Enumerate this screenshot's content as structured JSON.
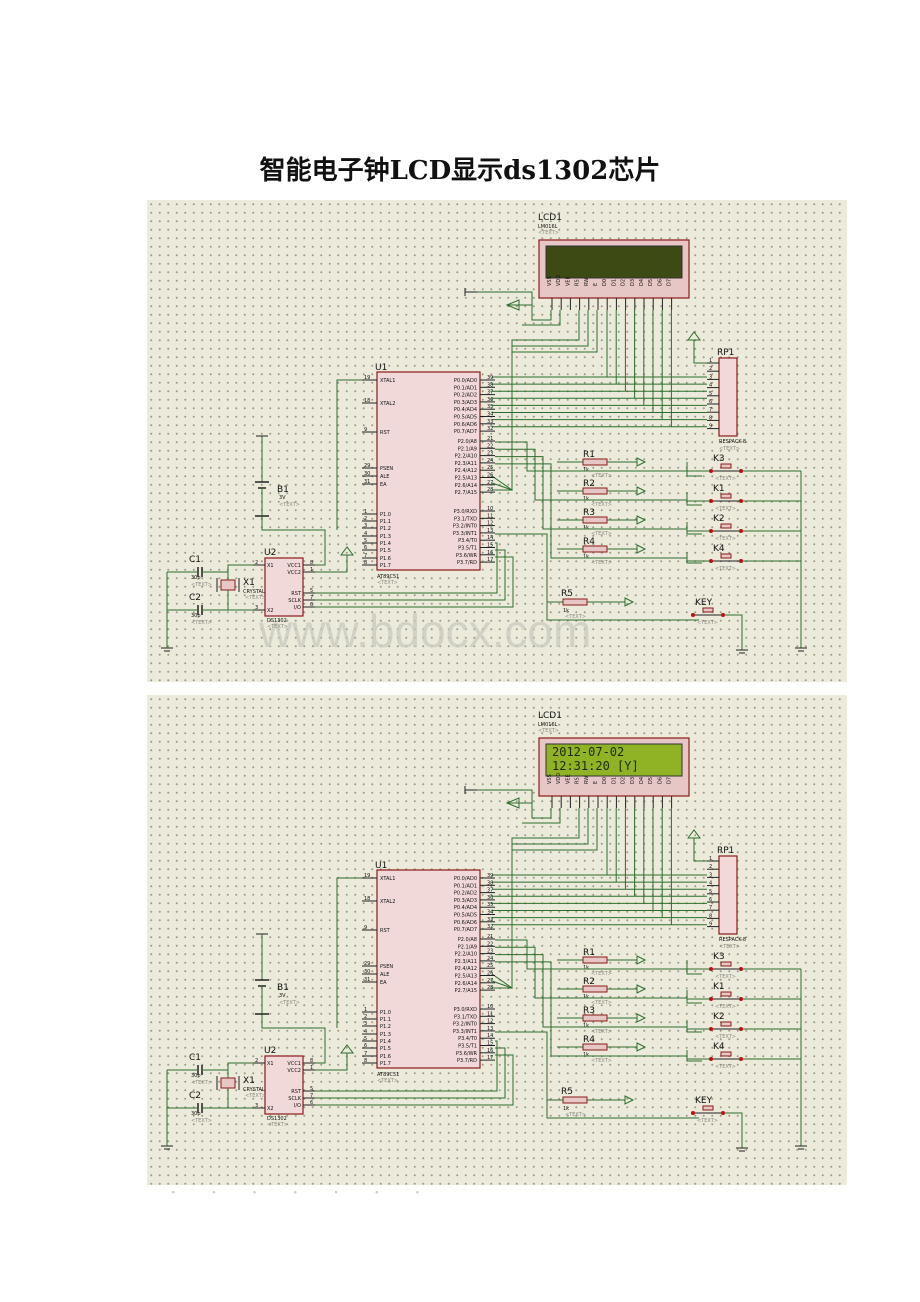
{
  "document": {
    "title": "智能电子钟LCD显示ds1302芯片"
  },
  "watermark": "www.bdocx.com",
  "schematic": {
    "lcd": {
      "ref": "LCD1",
      "part": "LM016L",
      "text": "<TEXT>",
      "pins": [
        "VSS",
        "VDD",
        "VEE",
        "RS",
        "RW",
        "E",
        "D0",
        "D1",
        "D2",
        "D3",
        "D4",
        "D5",
        "D6",
        "D7"
      ],
      "display_off_color": "#3d4a14",
      "display_on_color": "#8fb325"
    },
    "lcd_on": {
      "line1": "2012-07-02",
      "line2": "12:31:20    [Y]"
    },
    "mcu": {
      "ref": "U1",
      "part": "AT89C51",
      "text": "<TEXT>",
      "left_pins": [
        {
          "num": "19",
          "name": "XTAL1"
        },
        {
          "num": "18",
          "name": "XTAL2"
        },
        {
          "num": "9",
          "name": "RST"
        },
        {
          "num": "29",
          "name": "PSEN"
        },
        {
          "num": "30",
          "name": "ALE"
        },
        {
          "num": "31",
          "name": "EA"
        },
        {
          "num": "1",
          "name": "P1.0"
        },
        {
          "num": "2",
          "name": "P1.1"
        },
        {
          "num": "3",
          "name": "P1.2"
        },
        {
          "num": "4",
          "name": "P1.3"
        },
        {
          "num": "5",
          "name": "P1.4"
        },
        {
          "num": "6",
          "name": "P1.5"
        },
        {
          "num": "7",
          "name": "P1.6"
        },
        {
          "num": "8",
          "name": "P1.7"
        }
      ],
      "right_pins": [
        {
          "num": "39",
          "name": "P0.0/AD0"
        },
        {
          "num": "38",
          "name": "P0.1/AD1"
        },
        {
          "num": "37",
          "name": "P0.2/AD2"
        },
        {
          "num": "36",
          "name": "P0.3/AD3"
        },
        {
          "num": "35",
          "name": "P0.4/AD4"
        },
        {
          "num": "34",
          "name": "P0.5/AD5"
        },
        {
          "num": "33",
          "name": "P0.6/AD6"
        },
        {
          "num": "32",
          "name": "P0.7/AD7"
        },
        {
          "num": "21",
          "name": "P2.0/A8"
        },
        {
          "num": "22",
          "name": "P2.1/A9"
        },
        {
          "num": "23",
          "name": "P2.2/A10"
        },
        {
          "num": "24",
          "name": "P2.3/A11"
        },
        {
          "num": "25",
          "name": "P2.4/A12"
        },
        {
          "num": "26",
          "name": "P2.5/A13"
        },
        {
          "num": "27",
          "name": "P2.6/A14"
        },
        {
          "num": "28",
          "name": "P2.7/A15"
        },
        {
          "num": "10",
          "name": "P3.0/RXD"
        },
        {
          "num": "11",
          "name": "P3.1/TXD"
        },
        {
          "num": "12",
          "name": "P3.2/INT0"
        },
        {
          "num": "13",
          "name": "P3.3/INT1"
        },
        {
          "num": "14",
          "name": "P3.4/T0"
        },
        {
          "num": "15",
          "name": "P3.5/T1"
        },
        {
          "num": "16",
          "name": "P3.6/WR"
        },
        {
          "num": "17",
          "name": "P3.7/RD"
        }
      ]
    },
    "rtc": {
      "ref": "U2",
      "part": "DS1302",
      "text": "<TEXT>",
      "pins": [
        {
          "num": "2",
          "name": "X1"
        },
        {
          "num": "3",
          "name": "X2"
        },
        {
          "num": "8",
          "name": "VCC1"
        },
        {
          "num": "1",
          "name": "VCC2"
        },
        {
          "num": "5",
          "name": "RST"
        },
        {
          "num": "7",
          "name": "SCLK"
        },
        {
          "num": "6",
          "name": "I/O"
        }
      ]
    },
    "battery": {
      "ref": "B1",
      "value": "3V",
      "text": "<TEXT>"
    },
    "crystal": {
      "ref": "X1",
      "part": "CRYSTAL",
      "text": "<TEXT>"
    },
    "caps": [
      {
        "ref": "C1",
        "value": "30p",
        "text": "<TEXT>"
      },
      {
        "ref": "C2",
        "value": "30p",
        "text": "<TEXT>"
      }
    ],
    "respack": {
      "ref": "RP1",
      "part": "RESPACK-8",
      "text": "<TEXT>",
      "pins": [
        "1",
        "2",
        "3",
        "4",
        "5",
        "6",
        "7",
        "8",
        "9"
      ]
    },
    "resistors": [
      {
        "ref": "R1",
        "value": "1k",
        "text": "<TEXT>"
      },
      {
        "ref": "R2",
        "value": "1k",
        "text": "<TEXT>"
      },
      {
        "ref": "R3",
        "value": "1k",
        "text": "<TEXT>"
      },
      {
        "ref": "R4",
        "value": "1k",
        "text": "<TEXT>"
      },
      {
        "ref": "R5",
        "value": "1k",
        "text": "<TEXT>"
      }
    ],
    "keys": [
      {
        "ref": "K3",
        "text": "<TEXT>"
      },
      {
        "ref": "K1",
        "text": "<TEXT>"
      },
      {
        "ref": "K2",
        "text": "<TEXT>"
      },
      {
        "ref": "K4",
        "text": "<TEXT>"
      },
      {
        "ref": "KEY",
        "text": "<TEXT>"
      }
    ]
  },
  "colors": {
    "wire": "#2b6e2b",
    "component": "#8b1a1a",
    "pin": "#222222",
    "chip_fill": "#f2d9d9",
    "grid_bg": "#eceadb"
  }
}
